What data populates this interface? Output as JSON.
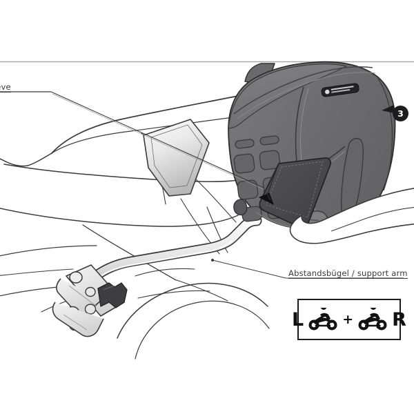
{
  "diagram": {
    "title": "Motorcycle side case mounting instruction",
    "step_number": "3",
    "background_color": "#ffffff",
    "line_color": "#3a3a3a",
    "bag_color": "#6e6e70",
    "bag_shadow_color": "#5a5a5c",
    "flap_color": "#4a4a4e",
    "accent_dark": "#1d1d1d"
  },
  "labels": {
    "sleeve": {
      "text": "eeve",
      "full_text_hint": "sleeve",
      "underlined": true
    },
    "support_arm": {
      "text": "Abstandsbügel / support arm",
      "underlined": true
    }
  },
  "step_badge": {
    "number": "3",
    "shape": "circle-with-left-pointer",
    "color": "#1d1d1d",
    "text_color": "#ffffff"
  },
  "side_indicator": {
    "left_letter": "L",
    "plus": "+",
    "right_letter": "R",
    "icon_left": "motorcycle-left-icon",
    "icon_right": "motorcycle-right-icon",
    "border_color": "#1d1d1d"
  },
  "parts": {
    "bag": "side-case-bag",
    "bag_brand_label": "sw-motech-logo-tag",
    "sleeve_flap": "velcro-sleeve-flap",
    "support_arm": "support-arm-tube",
    "bracket": "mounting-bracket",
    "clamp": "clamp-block",
    "hand": "hand-holding-bag",
    "motorcycle": "motorcycle-tail-section"
  },
  "top_rule": {
    "color": "#a8a8a8",
    "y": 89
  }
}
